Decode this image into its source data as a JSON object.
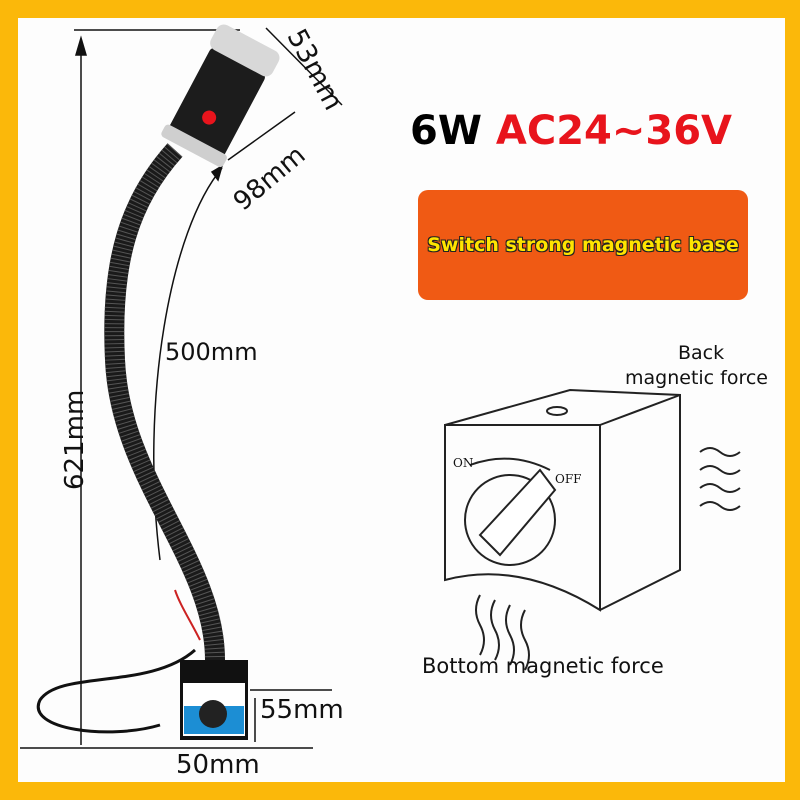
{
  "colors": {
    "border": "#fbb80a",
    "banner": "#f05a14",
    "banner_text": "#ffe400",
    "voltage": "#e8141c"
  },
  "title": {
    "power": "6W",
    "voltage": "AC24~36V"
  },
  "banner": {
    "text": "Switch strong magnetic base"
  },
  "dimensions": {
    "head_diameter": "53mm",
    "head_length": "98mm",
    "hose_length": "500mm",
    "total_height": "621mm",
    "base_height": "55mm",
    "base_width": "50mm"
  },
  "diagram": {
    "back_label": "Back\nmagnetic force",
    "back_line1": "Back",
    "back_line2": "magnetic force",
    "on_label": "ON",
    "off_label": "OFF",
    "bottom_label": "Bottom magnetic force"
  }
}
